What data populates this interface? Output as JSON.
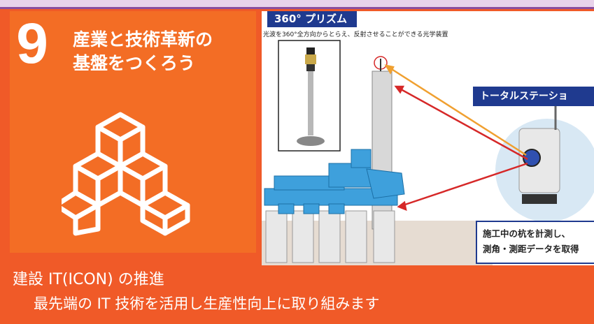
{
  "sdg": {
    "number": "9",
    "title_line1": "産業と技術革新の",
    "title_line2": "基盤をつくろう",
    "icon": "stacked-cubes-icon"
  },
  "diagram": {
    "prism_label": "360° プリズム",
    "prism_description": "光波を360°全方向からとらえ、反射させることができる光学装置",
    "total_station_label": "トータルステーショ",
    "callout_line1": "施工中の杭を計測し、",
    "callout_line2": "測角・測距データを取得"
  },
  "caption": {
    "line1": "建設 IT(ICON) の推進",
    "line2": "最先端の IT 技術を活用し生産性向上に取り組みます"
  },
  "colors": {
    "background": "#f05a28",
    "tile": "#f36d25",
    "navy": "#1f3a8f",
    "machine_blue": "#3ea0dc",
    "arrow_orange": "#f0a030",
    "arrow_red": "#d62828"
  }
}
